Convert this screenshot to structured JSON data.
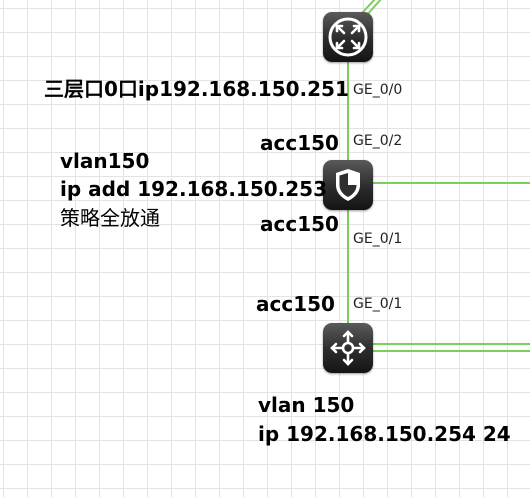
{
  "colors": {
    "link": "#7bcf5a",
    "device_top": "#5a5a5a",
    "device_bottom": "#141414"
  },
  "devices": {
    "router": {
      "icon": "router-icon"
    },
    "firewall": {
      "icon": "shield-icon"
    },
    "switch": {
      "icon": "switch-arrows-icon"
    }
  },
  "ports": {
    "router_ge00": "GE_0/0",
    "fw_ge02": "GE_0/2",
    "fw_ge01": "GE_0/1",
    "sw_ge01": "GE_0/1"
  },
  "labels": {
    "router_l3": "三层口0口ip192.168.150.251",
    "fw_acc_top": "acc150",
    "fw_acc_bottom": "acc150",
    "fw_vlan": "vlan150",
    "fw_ip": "ip add 192.168.150.253",
    "fw_policy": "策略全放通",
    "sw_acc": "acc150",
    "sw_vlan": "vlan 150",
    "sw_ip": "ip 192.168.150.254 24"
  }
}
